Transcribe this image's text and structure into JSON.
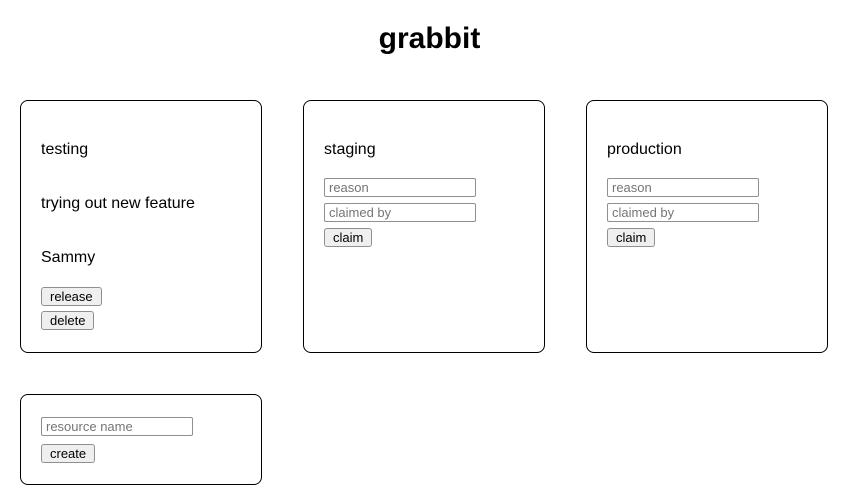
{
  "app": {
    "title": "grabbit"
  },
  "resources": [
    {
      "name": "testing",
      "state": "claimed",
      "reason": "trying out new feature",
      "claimed_by": "Sammy",
      "release_button": "release",
      "delete_button": "delete"
    },
    {
      "name": "staging",
      "state": "unclaimed",
      "reason_placeholder": "reason",
      "claimed_by_placeholder": "claimed by",
      "claim_button": "claim"
    },
    {
      "name": "production",
      "state": "unclaimed",
      "reason_placeholder": "reason",
      "claimed_by_placeholder": "claimed by",
      "claim_button": "claim"
    }
  ],
  "create_panel": {
    "name_placeholder": "resource name",
    "create_button": "create"
  },
  "colors": {
    "background": "#ffffff",
    "text": "#000000",
    "card_border": "#000000",
    "control_border": "#8f8f8f",
    "button_background": "#efefef",
    "placeholder_text": "#757575"
  }
}
